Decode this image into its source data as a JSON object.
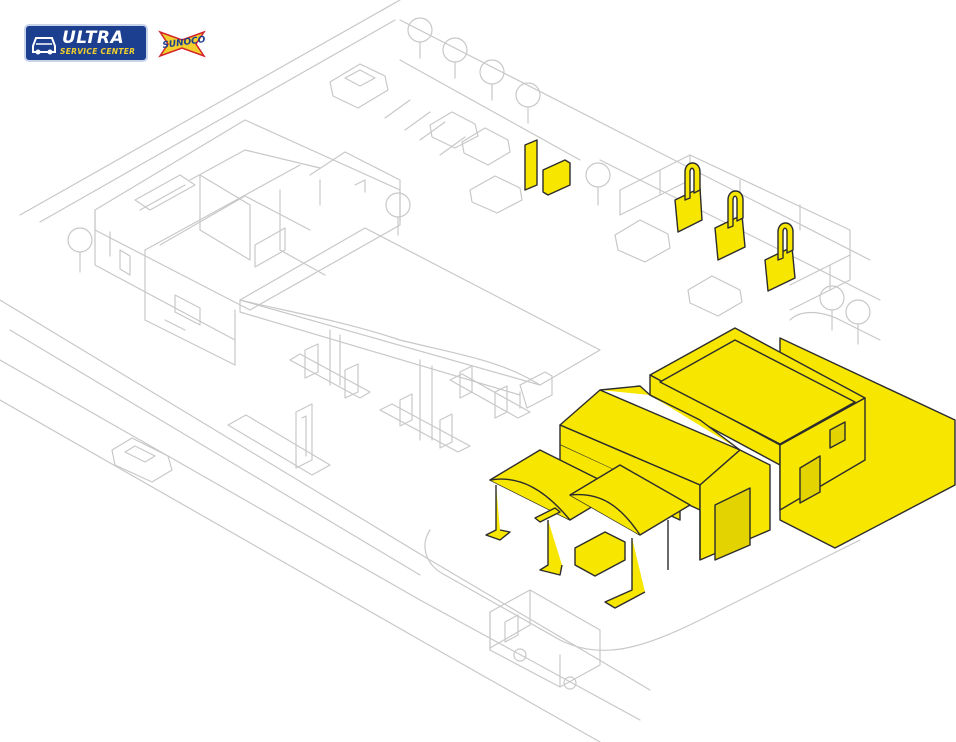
{
  "logos": {
    "ultra": {
      "title": "ULTRA",
      "subtitle": "SERVICE CENTER",
      "bg_color": "#1d3f8f",
      "accent_color": "#f1cf2c"
    },
    "sunoco": {
      "text": "SUNOCO",
      "color": "#1d3f8f",
      "arrow_color": "#f1cf2c",
      "arrow_accent": "#d3242b"
    }
  },
  "colors": {
    "line": "#c8c8c8",
    "line_dark": "#2c2c2c",
    "highlight": "#f7e600",
    "highlight_dark": "#d9c800",
    "background": "#ffffff"
  },
  "highlighted_parts": [
    "car-wash",
    "service-center",
    "service-lot",
    "ev-charger",
    "vacuum-stations"
  ]
}
